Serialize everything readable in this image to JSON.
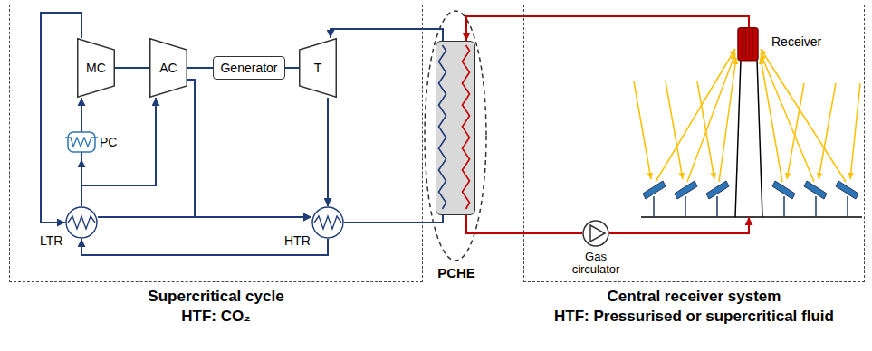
{
  "diagram": {
    "nodes": [
      {
        "text": [
          "Supercritical cycle",
          "HTF: CO₂"
        ]
      },
      {
        "text": [
          "MC"
        ],
        "in": 0
      },
      {
        "text": [
          "AC"
        ],
        "in": 0
      },
      {
        "text": [
          "Generator"
        ],
        "in": 0
      },
      {
        "text": [
          "T"
        ],
        "in": 0
      },
      {
        "text": [
          "PC"
        ],
        "in": 0
      },
      {
        "text": [
          "LTR"
        ],
        "in": 0
      },
      {
        "text": [
          "HTR"
        ],
        "in": 0
      },
      {
        "text": [
          "PCHE"
        ]
      },
      {
        "text": [
          "Central receiver system",
          "HTF: Pressurised or supercritical fluid"
        ]
      },
      {
        "text": [
          "Receiver"
        ],
        "in": 9
      },
      {
        "text": [
          "Gas circulator"
        ],
        "in": 9
      }
    ],
    "edges": [
      {
        "from": 1,
        "to": 2,
        "arrow": "none"
      },
      {
        "from": 2,
        "to": 3,
        "arrow": "none"
      },
      {
        "from": 3,
        "to": 4,
        "arrow": "none"
      },
      {
        "from": 1,
        "to": 6,
        "arrow": "to"
      },
      {
        "from": 6,
        "to": 5,
        "arrow": "to"
      },
      {
        "from": 5,
        "to": 1,
        "arrow": "to"
      },
      {
        "from": 6,
        "to": 2,
        "arrow": "to"
      },
      {
        "from": 2,
        "to": 7,
        "arrow": "to"
      },
      {
        "from": 6,
        "to": 7,
        "arrow": "to"
      },
      {
        "from": 7,
        "to": 8,
        "arrow": "none"
      },
      {
        "from": 8,
        "to": 4,
        "arrow": "to"
      },
      {
        "from": 4,
        "to": 7,
        "arrow": "to"
      },
      {
        "from": 7,
        "to": 6,
        "arrow": "to"
      },
      {
        "from": 10,
        "to": 8,
        "arrow": "to"
      },
      {
        "from": 8,
        "to": 11,
        "arrow": "none"
      },
      {
        "from": 11,
        "to": 10,
        "arrow": "to"
      }
    ]
  }
}
